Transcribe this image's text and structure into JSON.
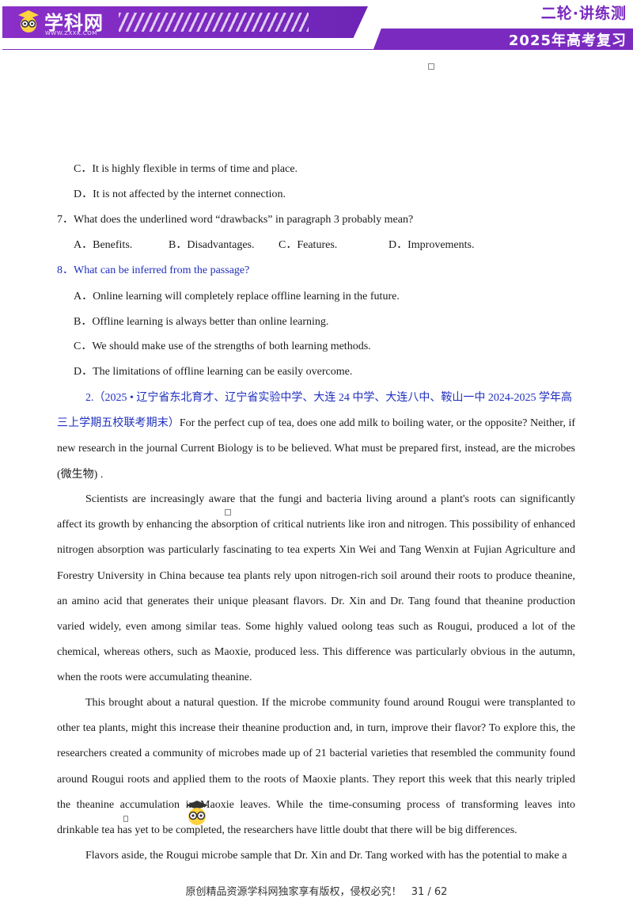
{
  "header": {
    "logo_text": "学科网",
    "logo_url": "WWW.ZXXK.COM",
    "right_title": "二轮·讲练测",
    "right_subtitle": "2025年高考复习"
  },
  "questions": {
    "q6_c": "C．It is highly flexible in terms of time and place.",
    "q6_d": "D．It is not affected by the internet connection.",
    "q7_stem": "7．What does the underlined word “drawbacks” in paragraph 3 probably mean?",
    "q7_a": "A．Benefits.",
    "q7_b": "B．Disadvantages.",
    "q7_c": "C．Features.",
    "q7_d": "D．Improvements.",
    "q8_stem": "8．What can be inferred from the passage?",
    "q8_a": "A．Online learning will completely replace offline learning in the future.",
    "q8_b": "B．Offline learning is always better than online learning.",
    "q8_c": "C．We should make use of the strengths of both learning methods.",
    "q8_d": "D．The limitations of offline learning can be easily overcome."
  },
  "passage2": {
    "source_line1": "2.（2025 • 辽宁省东北育才、辽宁省实验中学、大连 24 中学、大连八中、鞍山一中 2024-2025 学年高",
    "source_line2": "三上学期五校联考期末）",
    "intro": "For the perfect cup of tea, does one add milk to boiling water, or the opposite? Neither, if new research in the journal Current Biology is to be believed. What must be prepared first, instead, are the microbes (微生物) .",
    "p1": "Scientists are increasingly aware that the fungi and bacteria living around a plant's roots can significantly affect its growth by enhancing the absorption of critical nutrients like iron and nitrogen. This possibility of enhanced nitrogen absorption was particularly fascinating to tea experts Xin Wei and Tang Wenxin at Fujian Agriculture and Forestry University in China because tea plants rely upon nitrogen-rich soil around their roots to produce theanine, an amino acid that generates their unique pleasant flavors. Dr. Xin and Dr. Tang found that theanine production varied widely, even among similar teas. Some highly valued oolong teas such as Rougui, produced a lot of the chemical, whereas others, such as Maoxie, produced less. This difference was particularly obvious in the autumn, when the roots were accumulating theanine.",
    "p2": "This brought about a natural question. If the microbe community found around Rougui were transplanted to other tea plants, might this increase their theanine production and, in turn, improve their flavor? To explore this, the researchers created a community of microbes made up of 21 bacterial varieties that resembled the community found around Rougui roots and applied them to the roots of Maoxie plants. They report this week that this nearly tripled the theanine accumulation in Maoxie leaves. While the time-consuming process of transforming leaves into drinkable tea has yet to be completed, the researchers have little doubt that there will be big differences.",
    "p3": "Flavors aside, the Rougui microbe sample that Dr. Xin and Dr. Tang worked with has the potential to make a"
  },
  "footer": {
    "text": "原创精品资源学科网独家享有版权，侵权必究！",
    "page": "31 / 62"
  },
  "colors": {
    "brand_purple": "#7b2ac0",
    "question_blue": "#1f2fbf"
  }
}
